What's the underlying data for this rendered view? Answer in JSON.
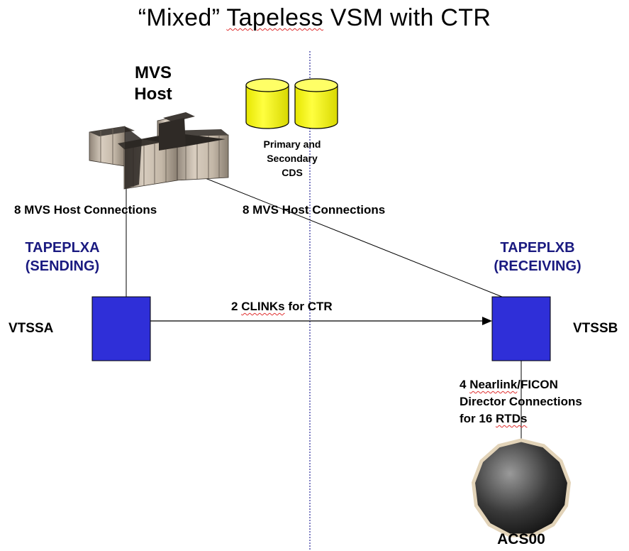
{
  "title": {
    "prefix": "“Mixed” ",
    "word": "Tapeless",
    "suffix": " VSM with CTR"
  },
  "host": {
    "line1": "MVS",
    "line2": "Host"
  },
  "cds": {
    "line1": "Primary and",
    "line2": "Secondary",
    "line3": "CDS"
  },
  "connections": {
    "left": "8 MVS Host Connections",
    "right": "8 MVS Host Connections"
  },
  "tapeplex_a": {
    "name": "TAPEPLXA",
    "role": "(SENDING)"
  },
  "tapeplex_b": {
    "name": "TAPEPLXB",
    "role": "(RECEIVING)"
  },
  "clink": {
    "count": "2 ",
    "word": "CLINKs",
    "suffix": " for CTR"
  },
  "vtss_a": "VTSSA",
  "vtss_b": "VTSSB",
  "nearlink": {
    "line1_prefix": "4 ",
    "line1_word": "Nearlink",
    "line1_suffix": "/FICON",
    "line2": "Director Connections",
    "line3_prefix": "for 16 ",
    "line3_word": "RTDs"
  },
  "acs": "ACS00",
  "colors": {
    "vtss_fill": "#2f2fd8",
    "tapeplex_text": "#1a1a80",
    "divider": "#2a2a9a",
    "cds_fill": "#ffff00"
  }
}
